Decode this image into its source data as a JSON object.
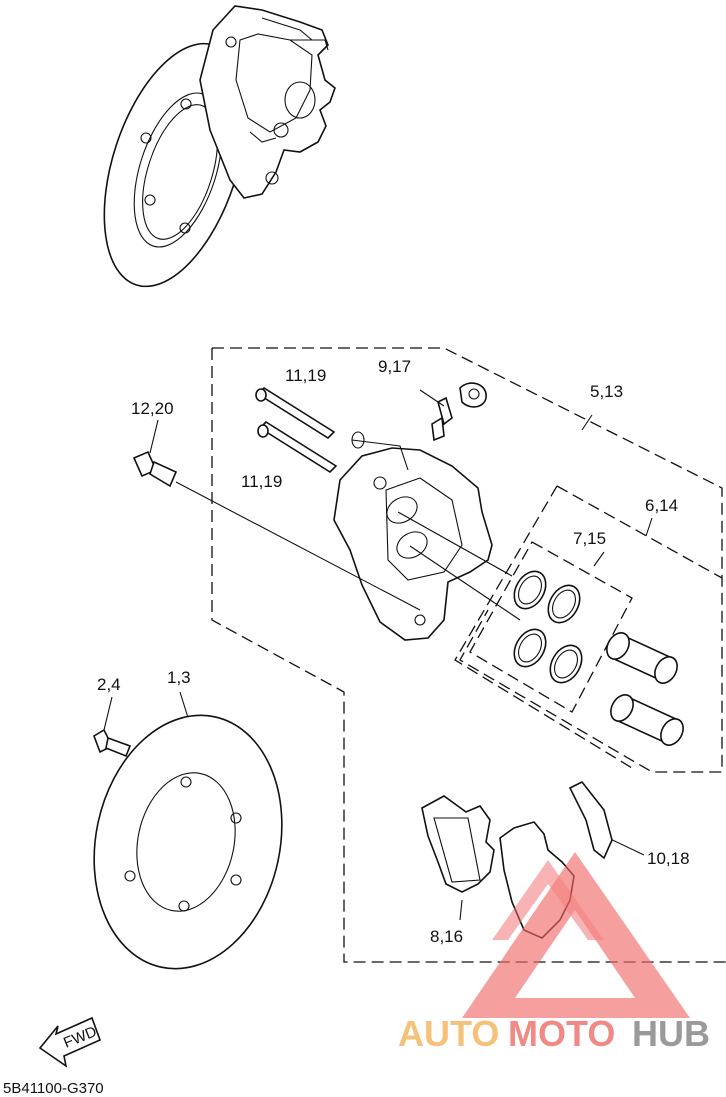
{
  "labels": {
    "disc_top": "1,3",
    "bolt_disc": "2,4",
    "caliper_assy": "5,13",
    "seal_kit": "6,14",
    "piston_seals": "7,15",
    "pad_kit": "8,16",
    "bleed_screw": "9,17",
    "pad_spring": "10,18",
    "pin_upper": "11,19",
    "pin_lower": "11,19",
    "caliper_bolt": "12,20"
  },
  "fwd_text": "FWD",
  "diagram_code": "5B41100-G370",
  "watermark": {
    "part1": "AUTO",
    "part2": "MOTO",
    "part3": "HUB",
    "colors": {
      "auto": "#f6c27a",
      "moto": "#f08a84",
      "hub": "#9a9a9a",
      "logo": "#f26a6a"
    }
  }
}
